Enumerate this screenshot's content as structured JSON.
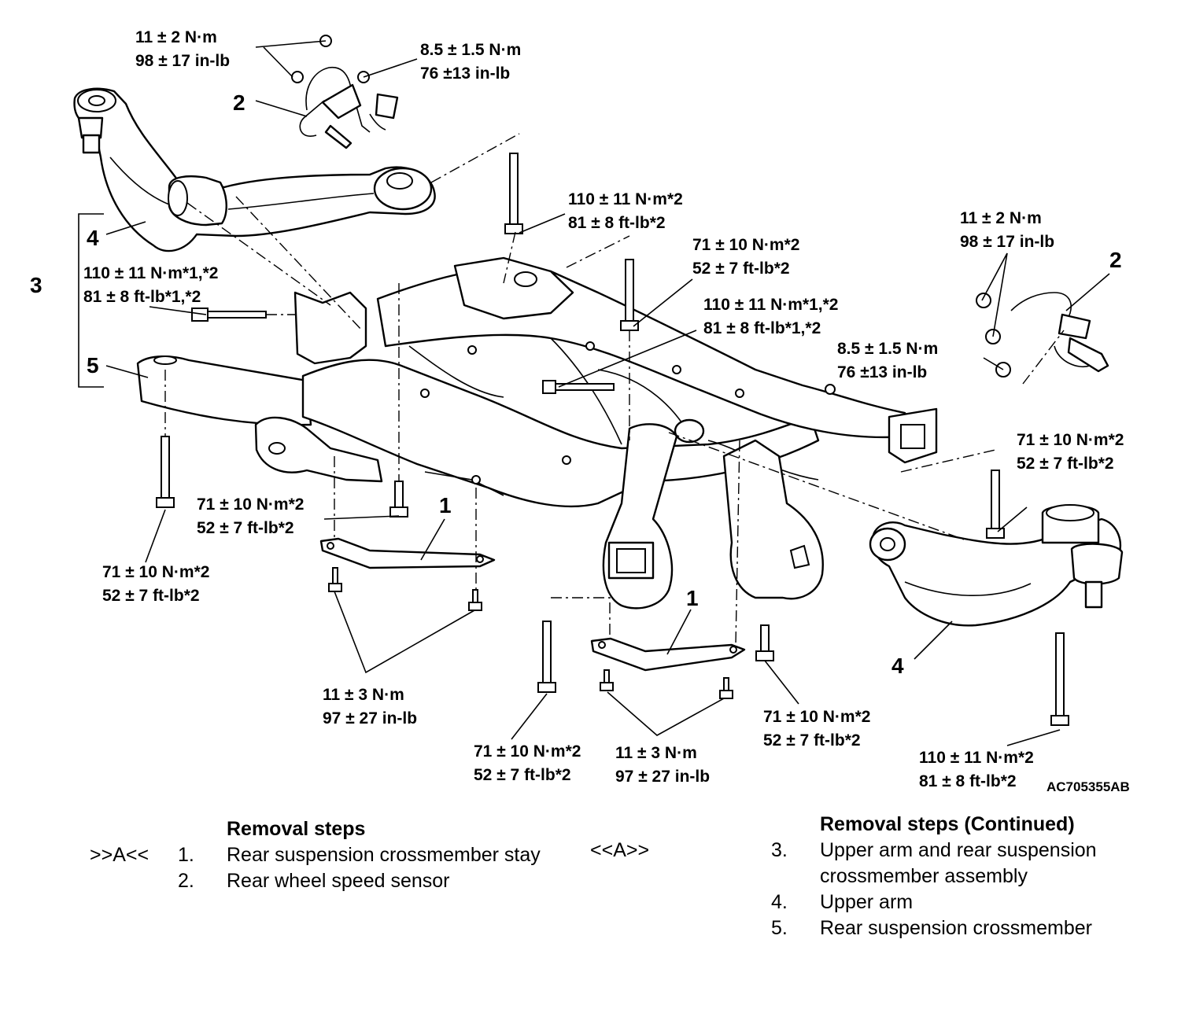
{
  "figure_code": "AC705355AB",
  "part_numbers": {
    "p1": "1",
    "p2": "2",
    "p3": "3",
    "p4": "4",
    "p5": "5"
  },
  "torque_labels": {
    "sensor_left_bolt": [
      "11 ± 2 N·m",
      "98 ± 17 in-lb"
    ],
    "sensor_left_clip": [
      "8.5 ± 1.5 N·m",
      "76 ±13 in-lb"
    ],
    "sensor_right_bolt": [
      "11 ± 2 N·m",
      "98 ± 17 in-lb"
    ],
    "sensor_right_clip": [
      "8.5 ± 1.5 N·m",
      "76 ±13 in-lb"
    ],
    "upper_left_long_bolt": [
      "110 ± 11 N·m*2",
      "81 ± 8 ft-lb*2"
    ],
    "center_vertical_bolt": [
      "71 ± 10 N·m*2",
      "52 ± 7 ft-lb*2"
    ],
    "left_horizontal_bolt": [
      "110 ± 11 N·m*1,*2",
      "81 ± 8 ft-lb*1,*2"
    ],
    "right_horizontal_bolt": [
      "110 ± 11 N·m*1,*2",
      "81 ± 8 ft-lb*1,*2"
    ],
    "right_vertical_bolt": [
      "71 ± 10 N·m*2",
      "52 ± 7 ft-lb*2"
    ],
    "left_mid_bolt": [
      "71 ± 10 N·m*2",
      "52 ± 7 ft-lb*2"
    ],
    "left_lower_bolt": [
      "71 ± 10 N·m*2",
      "52 ± 7 ft-lb*2"
    ],
    "stay_left_bolts": [
      "11 ± 3 N·m",
      "97 ± 27 in-lb"
    ],
    "center_lower_bolt": [
      "71 ± 10 N·m*2",
      "52 ± 7 ft-lb*2"
    ],
    "stay_right_bolts": [
      "11 ± 3 N·m",
      "97 ± 27 in-lb"
    ],
    "right_lower_bolt": [
      "71 ± 10 N·m*2",
      "52 ± 7 ft-lb*2"
    ],
    "right_long_bolt": [
      "110 ± 11 N·m*2",
      "81 ± 8 ft-lb*2"
    ]
  },
  "removal_steps": {
    "heading": "Removal steps",
    "heading_continued": "Removal steps (Continued)",
    "items": [
      {
        "mark": ">>A<<",
        "no": "1.",
        "text": "Rear suspension crossmember stay"
      },
      {
        "mark": "",
        "no": "2.",
        "text": "Rear wheel speed sensor"
      },
      {
        "mark": "<<A>>",
        "no": "3.",
        "text": "Upper arm and rear suspension crossmember assembly"
      },
      {
        "mark": "",
        "no": "4.",
        "text": "Upper arm"
      },
      {
        "mark": "",
        "no": "5.",
        "text": "Rear suspension crossmember"
      }
    ]
  }
}
